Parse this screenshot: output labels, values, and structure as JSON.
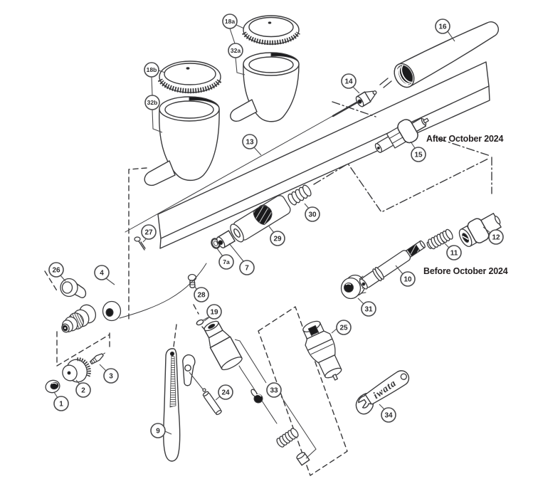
{
  "colors": {
    "background": "#ffffff",
    "line": "#3a3a3c",
    "text": "#231f20",
    "dark_fill": "#1b1b1d"
  },
  "annotations": {
    "after": "After October 2024",
    "before": "Before October 2024"
  },
  "wrench": {
    "brand_text": "iwata"
  },
  "callouts": [
    {
      "label": "1"
    },
    {
      "label": "2"
    },
    {
      "label": "3"
    },
    {
      "label": "4"
    },
    {
      "label": "7"
    },
    {
      "label": "7a"
    },
    {
      "label": "9"
    },
    {
      "label": "10"
    },
    {
      "label": "11"
    },
    {
      "label": "12"
    },
    {
      "label": "13"
    },
    {
      "label": "14"
    },
    {
      "label": "15"
    },
    {
      "label": "16"
    },
    {
      "label": "18a"
    },
    {
      "label": "18b"
    },
    {
      "label": "19"
    },
    {
      "label": "24"
    },
    {
      "label": "25"
    },
    {
      "label": "26"
    },
    {
      "label": "27"
    },
    {
      "label": "28"
    },
    {
      "label": "29"
    },
    {
      "label": "30"
    },
    {
      "label": "31"
    },
    {
      "label": "32a"
    },
    {
      "label": "32b"
    },
    {
      "label": "33"
    },
    {
      "label": "34"
    }
  ]
}
